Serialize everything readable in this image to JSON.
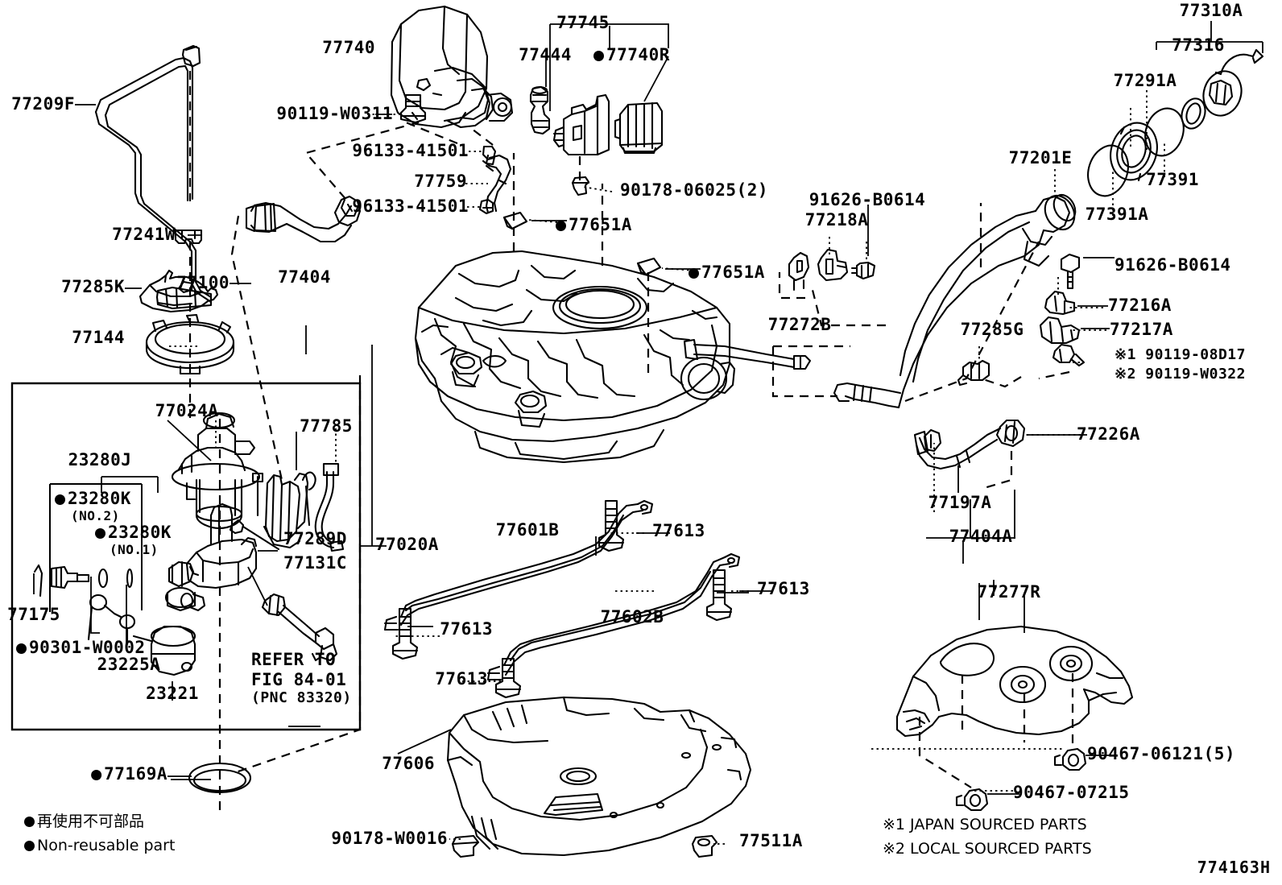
{
  "diagram": {
    "title": "Toyota Fuel Tank & Tube Parts Diagram",
    "figure_code": "774163H",
    "legend": {
      "symbol": "●",
      "line_japanese": "再使用不可部品",
      "line_english": "Non-reusable part"
    },
    "footnotes": {
      "note1": "※1 JAPAN SOURCED PARTS",
      "note2": "※2 LOCAL SOURCED PARTS"
    }
  },
  "labels": {
    "l_77209F": "77209F",
    "l_77241W": "77241W",
    "l_77285K": "77285K",
    "l_77144": "77144",
    "l_77404": "77404",
    "l_77740": "77740",
    "l_90119_W0311": "90119-W0311",
    "l_96133_41501_a": "96133-41501",
    "l_77759": "77759",
    "l_96133_41501_b": "96133-41501",
    "l_77745": "77745",
    "l_77444": "77444",
    "l_77740R": "77740R",
    "l_90178_06025": "90178-06025(2)",
    "l_77651A_a": "77651A",
    "l_77651A_b": "77651A",
    "l_77100": "77100",
    "l_77310A": "77310A",
    "l_77316": "77316",
    "l_77291A": "77291A",
    "l_77391": "77391",
    "l_77391A": "77391A",
    "l_77201E": "77201E",
    "l_91626_B0614_a": "91626-B0614",
    "l_77218A": "77218A",
    "l_77272B": "77272B",
    "l_91626_B0614_b": "91626-B0614",
    "l_77216A": "77216A",
    "l_77217A": "77217A",
    "l_90119_08D17": "※1 90119-08D17",
    "l_90119_W0322": "※2 90119-W0322",
    "l_77285G": "77285G",
    "l_77226A": "77226A",
    "l_77197A": "77197A",
    "l_77404A": "77404A",
    "l_77024A": "77024A",
    "l_77785": "77785",
    "l_23280J": "23280J",
    "l_23280K_no2": "23280K",
    "l_23280K_no2_sub": "(NO.2)",
    "l_23280K_no1": "23280K",
    "l_23280K_no1_sub": "(NO.1)",
    "l_77289D": "77289D",
    "l_77131C": "77131C",
    "l_77175": "77175",
    "l_90301_W0002": "90301-W0002",
    "l_23225A": "23225A",
    "l_23221": "23221",
    "l_refer_1": "REFER TO",
    "l_refer_2": "FIG 84-01",
    "l_refer_3": "(PNC 83320)",
    "l_77020A": "77020A",
    "l_77601B": "77601B",
    "l_77602B": "77602B",
    "l_77613_a": "77613",
    "l_77613_b": "77613",
    "l_77613_c": "77613",
    "l_77613_d": "77613",
    "l_77606": "77606",
    "l_90178_W0016": "90178-W0016",
    "l_77511A": "77511A",
    "l_77169A": "77169A",
    "l_77277R": "77277R",
    "l_90467_06121": "90467-06121(5)",
    "l_90467_07215": "90467-07215"
  },
  "colors": {
    "ink": "#000000",
    "paper": "#ffffff"
  }
}
